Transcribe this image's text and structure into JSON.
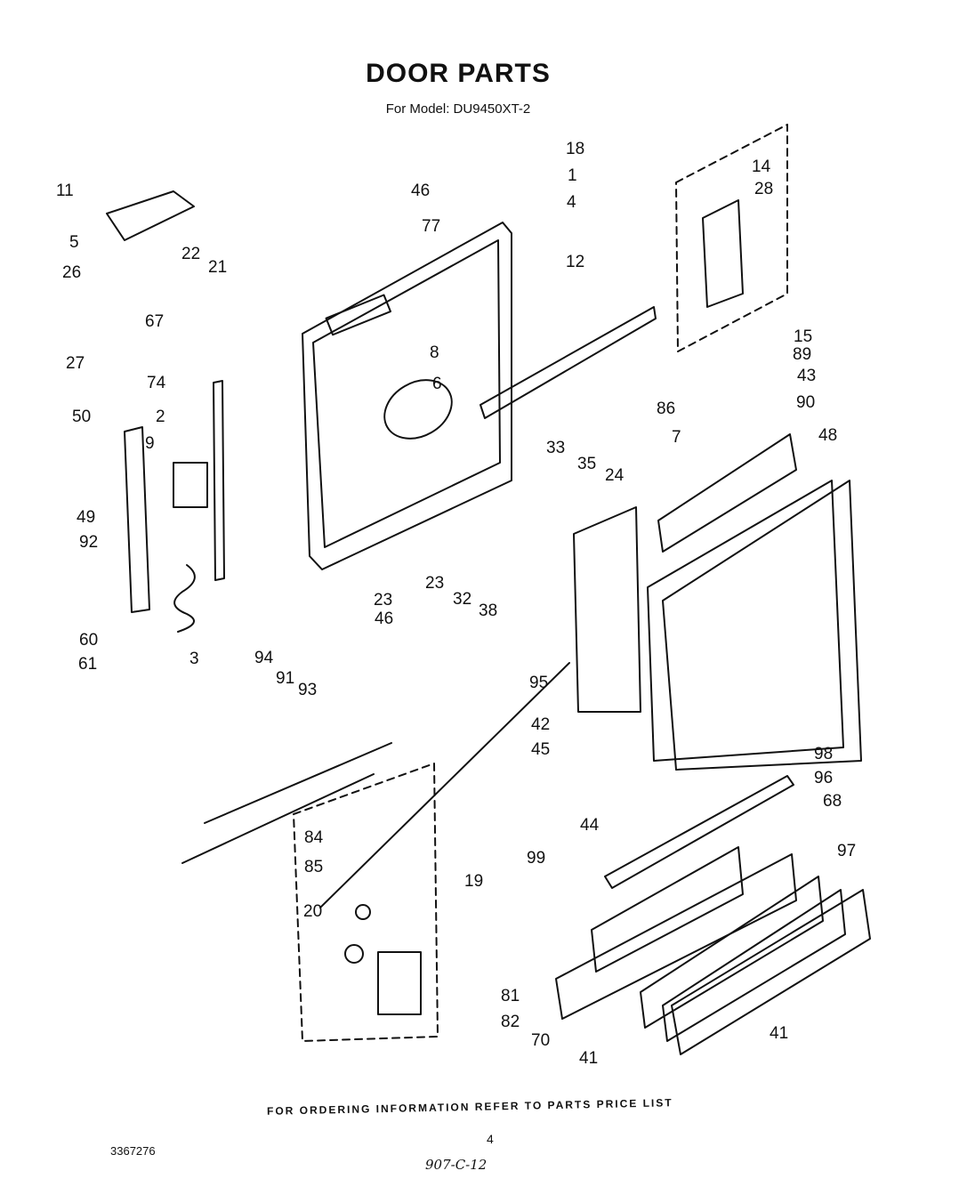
{
  "header": {
    "title": "DOOR PARTS",
    "subtitle": "For Model: DU9450XT-2"
  },
  "footer": {
    "note": "FOR ORDERING INFORMATION REFER TO PARTS PRICE LIST",
    "page_number": "4",
    "document_number": "3367276",
    "handwritten_code": "907-C-12"
  },
  "callouts": [
    "1",
    "2",
    "3",
    "4",
    "5",
    "6",
    "7",
    "8",
    "9",
    "11",
    "12",
    "14",
    "15",
    "18",
    "19",
    "20",
    "21",
    "22",
    "23",
    "23",
    "24",
    "26",
    "27",
    "28",
    "32",
    "33",
    "35",
    "38",
    "41",
    "41",
    "42",
    "43",
    "44",
    "45",
    "46",
    "46",
    "48",
    "49",
    "50",
    "60",
    "61",
    "67",
    "68",
    "70",
    "74",
    "77",
    "81",
    "82",
    "84",
    "85",
    "86",
    "89",
    "90",
    "91",
    "92",
    "93",
    "94",
    "95",
    "96",
    "97",
    "98",
    "99"
  ]
}
